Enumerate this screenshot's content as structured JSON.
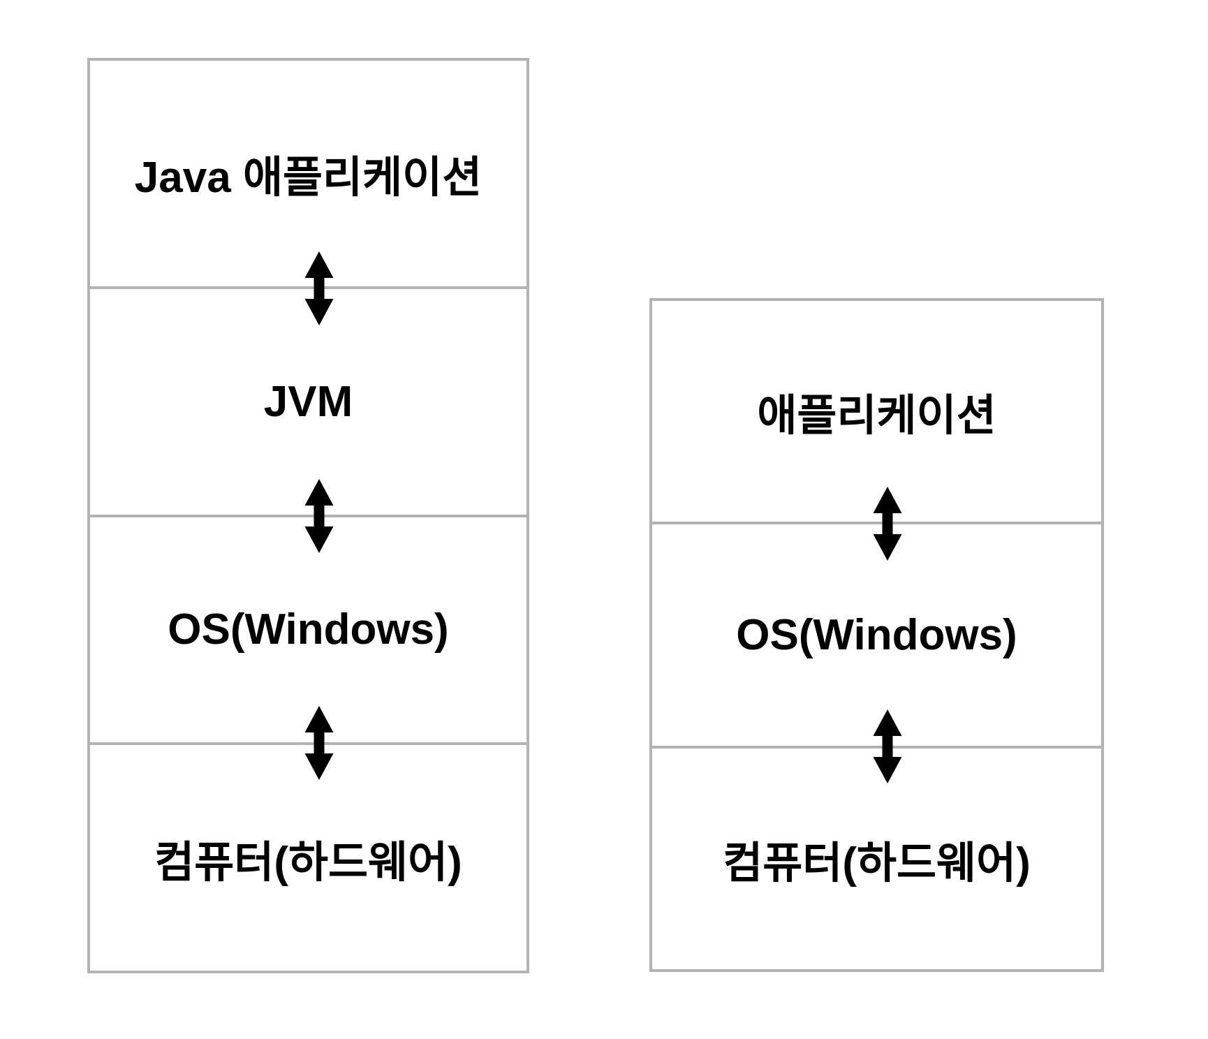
{
  "diagram": {
    "background_color": "#ffffff",
    "box_border_color": "#b3b3b3",
    "arrow_color": "#000000",
    "arrow_icon": "double-vertical-arrow",
    "left_stack": {
      "layers": [
        {
          "label": "Java 애플리케이션"
        },
        {
          "label": "JVM"
        },
        {
          "label": "OS(Windows)"
        },
        {
          "label": "컴퓨터(하드웨어)"
        }
      ]
    },
    "right_stack": {
      "layers": [
        {
          "label": "애플리케이션"
        },
        {
          "label": "OS(Windows)"
        },
        {
          "label": "컴퓨터(하드웨어)"
        }
      ]
    }
  }
}
